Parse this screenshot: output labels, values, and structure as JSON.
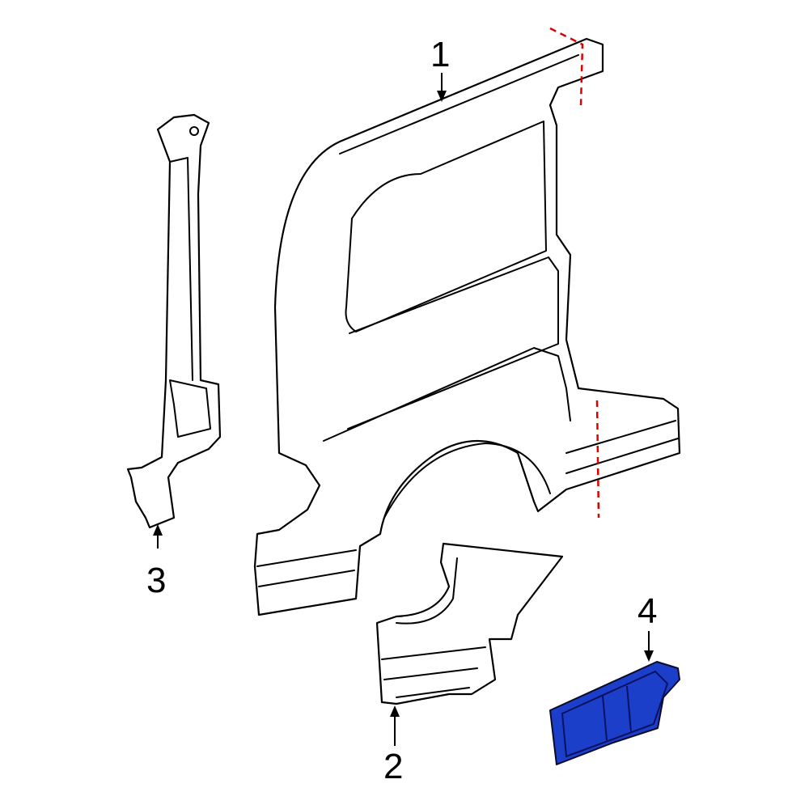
{
  "callouts": [
    {
      "id": "1",
      "label": "1"
    },
    {
      "id": "2",
      "label": "2"
    },
    {
      "id": "3",
      "label": "3"
    },
    {
      "id": "4",
      "label": "4"
    }
  ],
  "colors": {
    "highlight": "#1c3fc9",
    "cut_line": "#e00000",
    "outline": "#000000",
    "background": "#ffffff"
  }
}
